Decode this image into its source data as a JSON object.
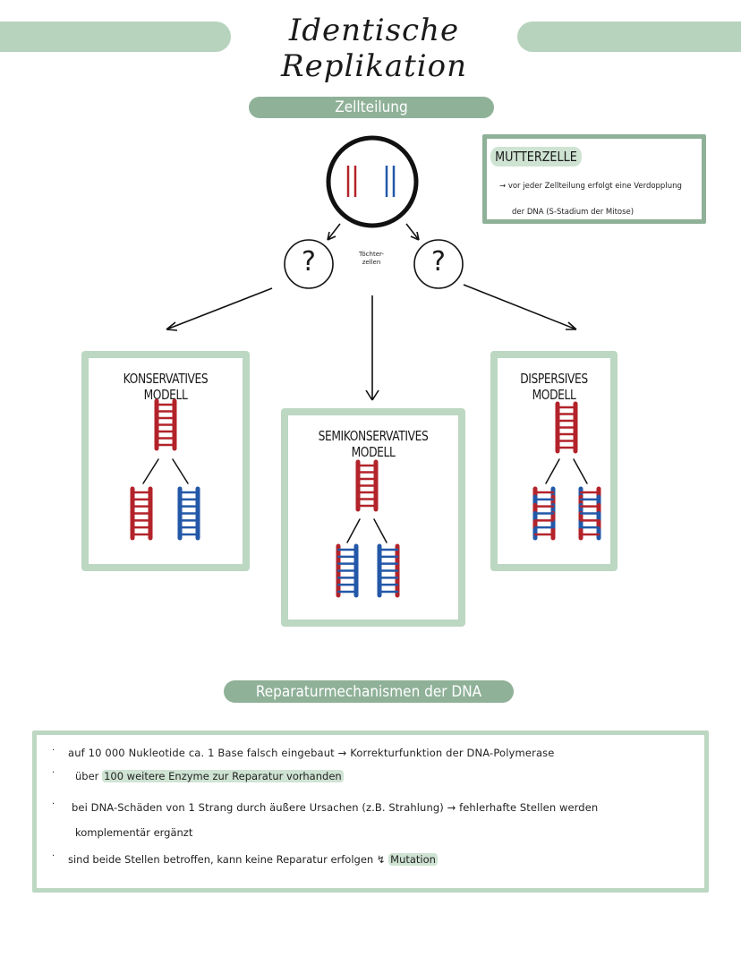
{
  "title": "Identische Replikation",
  "section_cell_division": "Zellteilung",
  "daughter_label_line1": "Töchter-",
  "daughter_label_line2": "zellen",
  "unknown_mark": "?",
  "mutterzelle": {
    "title": "MUTTERZELLE",
    "line1": "→ vor jeder Zellteilung erfolgt eine Verdopplung",
    "line2": "der DNA (S-Stadium der Mitose)"
  },
  "models": {
    "conservative": "KONSERVATIVES MODELL",
    "semiconservative": "SEMIKONSERVATIVES MODELL",
    "dispersive": "DISPERSIVES MODELL"
  },
  "section_repair": "Reparaturmechanismen der DNA",
  "repair": {
    "line1": "auf 10 000 Nukleotide ca. 1 Base falsch eingebaut → Korrekturfunktion der DNA-Polymerase",
    "line2_pre": "über",
    "line2_hl": "100 weitere Enzyme zur Reparatur vorhanden",
    "line3": "bei DNA-Schäden von 1 Strang durch äußere Ursachen (z.B. Strahlung) → fehlerhafte Stellen werden",
    "line4": "komplementär ergänzt",
    "line5_pre": "sind beide Stellen betroffen, kann keine Reparatur erfolgen",
    "line5_arrow": "↯",
    "line5_hl": "Mutation"
  },
  "colors": {
    "sage_light": "#bcd7c2",
    "sage_dark": "#8fb198",
    "dna_red": "#b3232a",
    "dna_blue": "#2358a8"
  }
}
